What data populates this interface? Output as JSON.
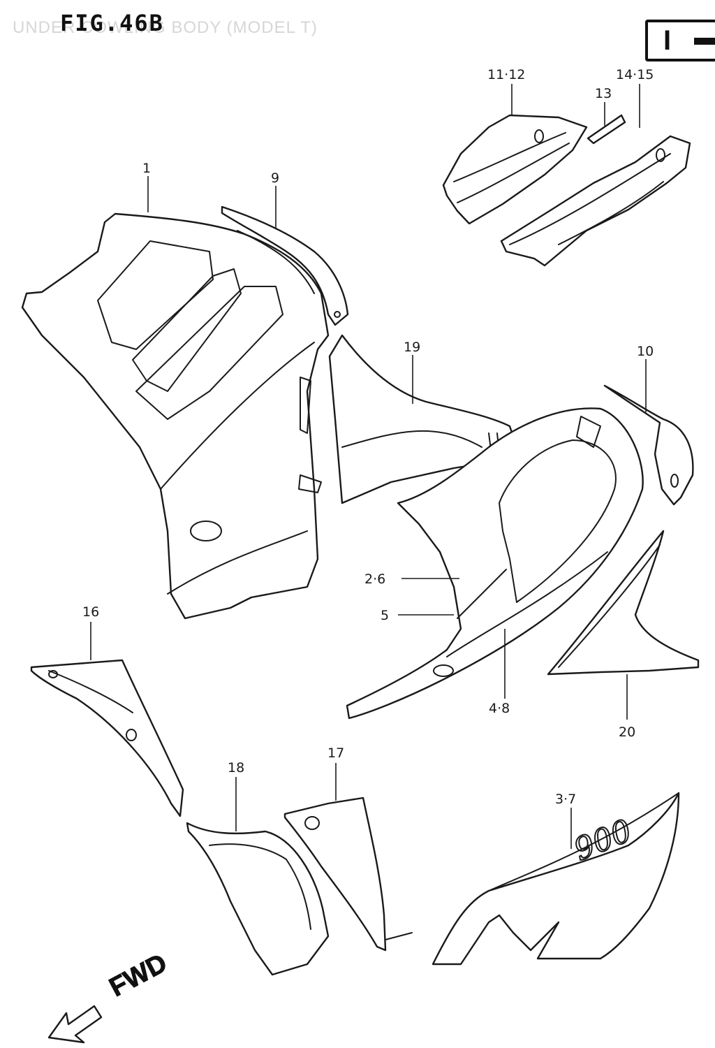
{
  "header": {
    "figure_label": "FIG.46B",
    "faded_caption": "UNDER COWLING BODY (MODEL T)",
    "section_badge": "I"
  },
  "direction": {
    "text": "FWD"
  },
  "callouts": [
    {
      "id": "c1",
      "text": "1"
    },
    {
      "id": "c9",
      "text": "9"
    },
    {
      "id": "c11",
      "text": "11·12"
    },
    {
      "id": "c13",
      "text": "13"
    },
    {
      "id": "c14",
      "text": "14·15"
    },
    {
      "id": "c19",
      "text": "19"
    },
    {
      "id": "c10",
      "text": "10"
    },
    {
      "id": "c26",
      "text": "2·6"
    },
    {
      "id": "c5",
      "text": "5"
    },
    {
      "id": "c48",
      "text": "4·8"
    },
    {
      "id": "c20",
      "text": "20"
    },
    {
      "id": "c16",
      "text": "16"
    },
    {
      "id": "c18",
      "text": "18"
    },
    {
      "id": "c17",
      "text": "17"
    },
    {
      "id": "c37",
      "text": "3·7"
    }
  ],
  "parts": [
    {
      "name": "under-cowling-right"
    },
    {
      "name": "cowling-trim-9"
    },
    {
      "name": "cowling-panel-11-12"
    },
    {
      "name": "cushion-13"
    },
    {
      "name": "cowling-panel-14-15"
    },
    {
      "name": "inner-cover-19"
    },
    {
      "name": "side-cover-10"
    },
    {
      "name": "under-cowling-left"
    },
    {
      "name": "lower-trim-20"
    },
    {
      "name": "inner-panel-16"
    },
    {
      "name": "inner-panel-18"
    },
    {
      "name": "inner-panel-17"
    },
    {
      "name": "cowling-emblem-3-7"
    }
  ],
  "emblem": {
    "text": "900"
  }
}
